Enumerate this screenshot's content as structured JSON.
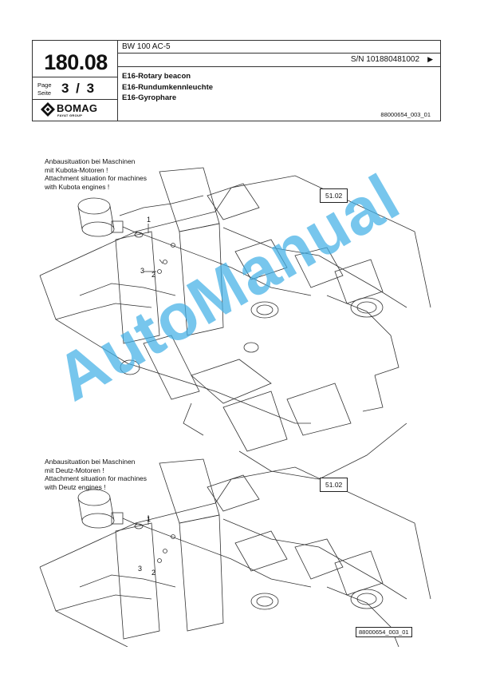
{
  "header": {
    "sheet_number": "180.08",
    "page_label_de": "Page",
    "page_label_en": "Seite",
    "page_value": "3 / 3",
    "brand_name": "BOMAG",
    "brand_sub": "FAYAT GROUP",
    "model": "BW 100 AC-5",
    "serial": "S/N 101880481002",
    "serial_arrow": "▶",
    "titles": [
      "E16-Rotary beacon",
      "E16-Rundumkennleuchte",
      "E16-Gyrophare"
    ],
    "drawing_number": "88000654_003_01"
  },
  "view_top": {
    "note": [
      "Anbausituation bei Maschinen",
      "mit Kubota-Motoren !",
      "Attachment situation for machines",
      "with Kubota engines !"
    ],
    "callout": "51.02",
    "parts": [
      "1",
      "2",
      "3"
    ]
  },
  "view_bottom": {
    "note": [
      "Anbausituation bei Maschinen",
      "mit Deutz-Motoren !",
      "Attachment situation for machines",
      "with Deutz engines !"
    ],
    "callout": "51.02",
    "parts": [
      "1",
      "2",
      "3"
    ],
    "ref_box": "88000654_003_01"
  },
  "watermark": "AutoManual"
}
